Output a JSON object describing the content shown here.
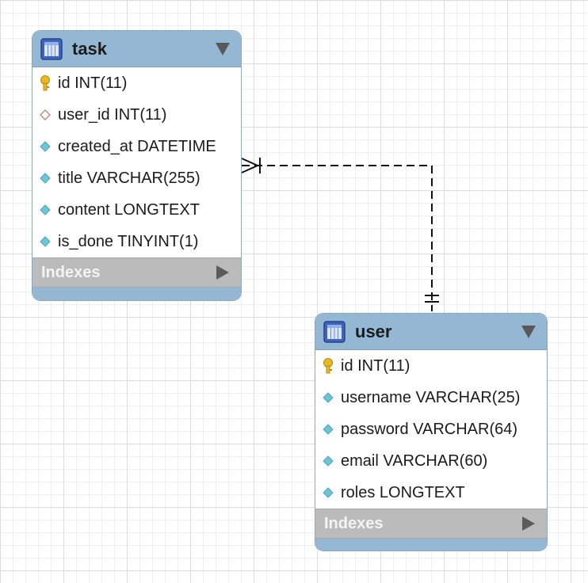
{
  "diagram": {
    "tables": [
      {
        "name": "task",
        "columns": [
          {
            "icon": "primary-key-icon",
            "text": "id INT(11)"
          },
          {
            "icon": "foreign-key-icon",
            "text": "user_id INT(11)"
          },
          {
            "icon": "column-icon",
            "text": "created_at DATETIME"
          },
          {
            "icon": "column-icon",
            "text": "title VARCHAR(255)"
          },
          {
            "icon": "column-icon",
            "text": "content LONGTEXT"
          },
          {
            "icon": "column-icon",
            "text": "is_done TINYINT(1)"
          }
        ],
        "indexes_label": "Indexes"
      },
      {
        "name": "user",
        "columns": [
          {
            "icon": "primary-key-icon",
            "text": "id INT(11)"
          },
          {
            "icon": "column-icon",
            "text": "username VARCHAR(25)"
          },
          {
            "icon": "column-icon",
            "text": "password VARCHAR(64)"
          },
          {
            "icon": "column-icon",
            "text": "email VARCHAR(60)"
          },
          {
            "icon": "column-icon",
            "text": "roles LONGTEXT"
          }
        ],
        "indexes_label": "Indexes"
      }
    ],
    "relationship": {
      "from": "task",
      "to": "user",
      "from_cardinality": "one-or-many",
      "to_cardinality": "one-and-only-one",
      "line_style": "dashed"
    },
    "colors": {
      "header": "#94b8d3",
      "indexes_bar": "#bbbbbb",
      "primary_key": "#e8b923",
      "column_marker": "#6fc4d6",
      "foreign_key_marker": "#c98a8a"
    }
  }
}
